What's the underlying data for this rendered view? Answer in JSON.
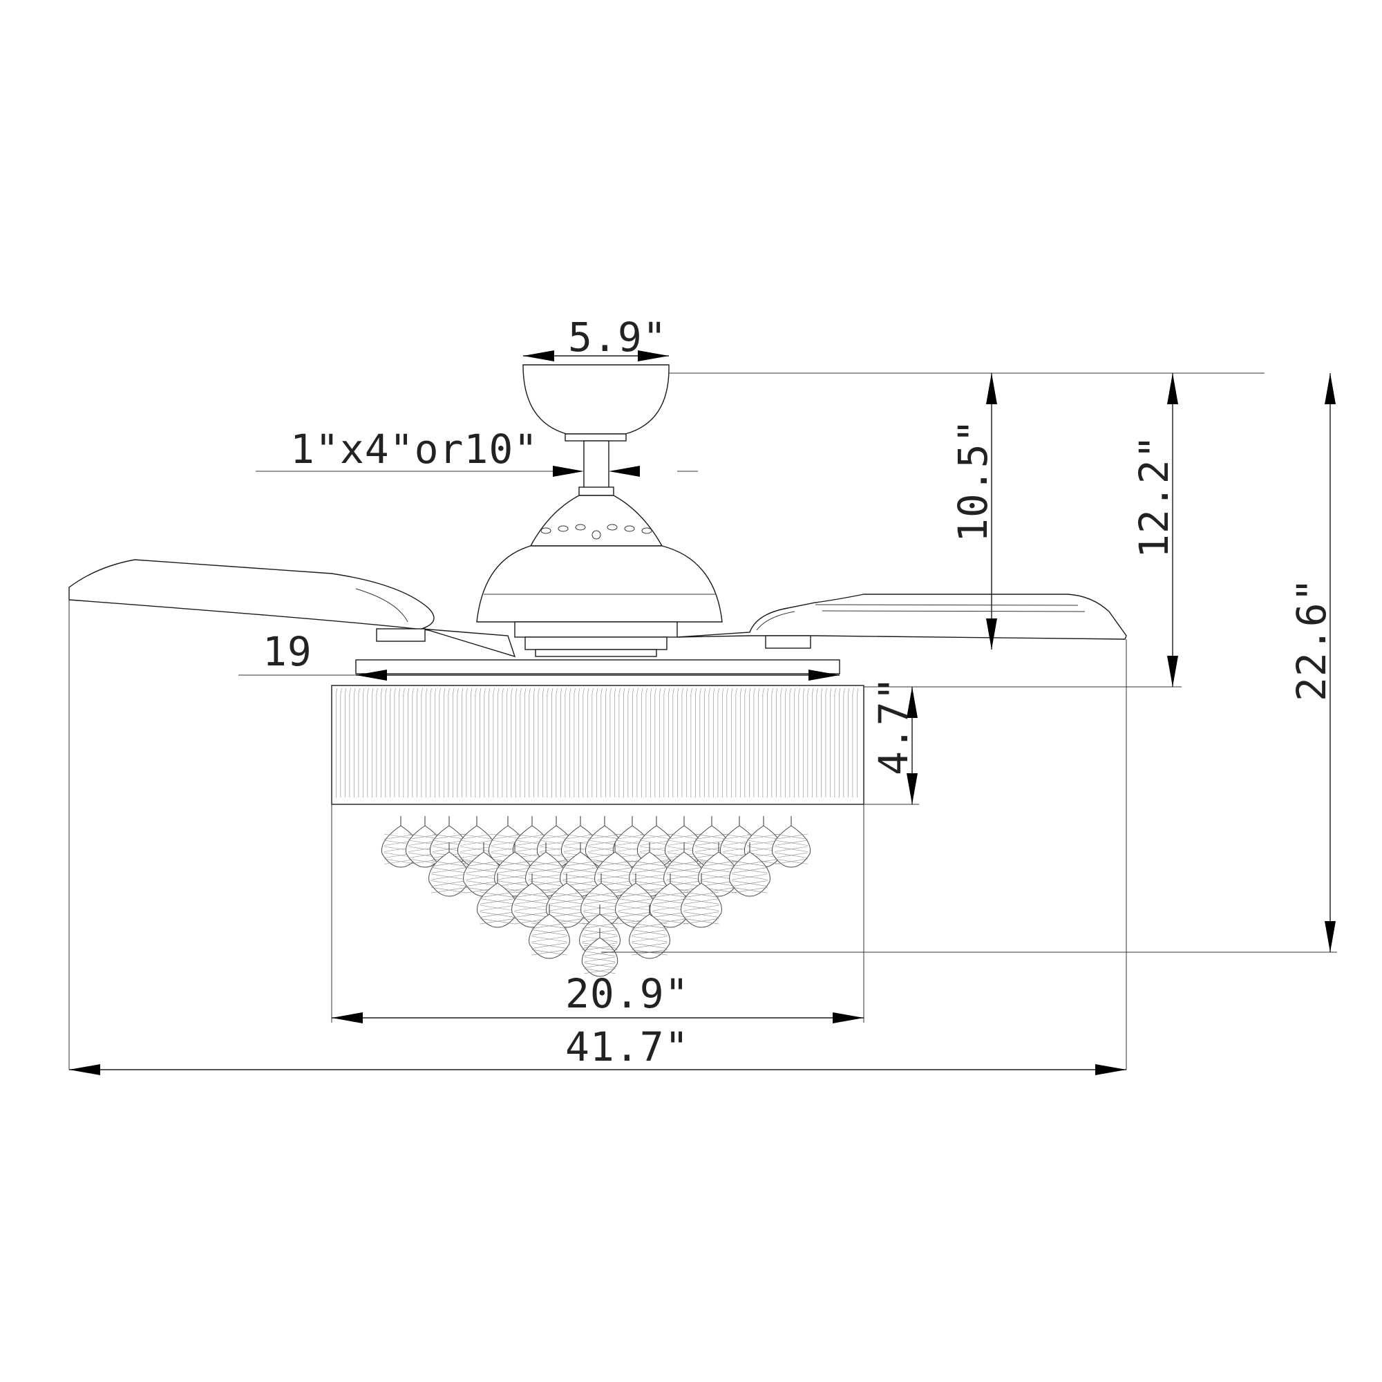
{
  "dimensions": {
    "canopy_width": "5.9\"",
    "downrod": "1\"x4\"or10\"",
    "height_to_blades": "10.5\"",
    "height_to_light": "12.2\"",
    "overall_height": "22.6\"",
    "light_kit_width": "19",
    "shade_height": "4.7\"",
    "shade_width": "20.9\"",
    "blade_span": "41.7\""
  },
  "colors": {
    "line": "#1a1a1a",
    "background": "#ffffff"
  }
}
